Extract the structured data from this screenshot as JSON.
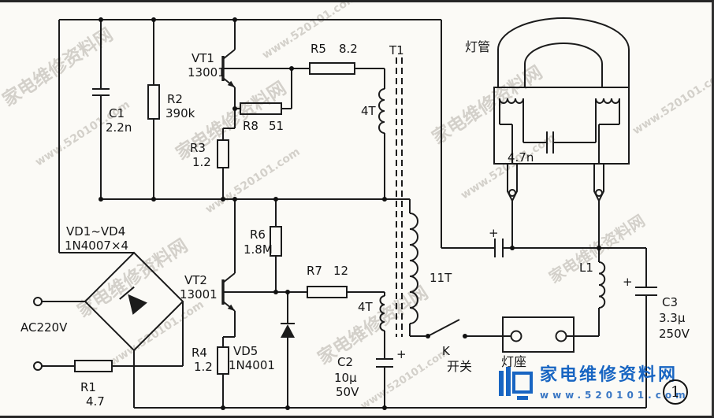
{
  "figure_number": "1",
  "watermark": {
    "site": "家电维修资料网",
    "url": "www.520101.com"
  },
  "footer": {
    "site": "家电维修资料网",
    "url": "www.520101.com"
  },
  "components": {
    "c1": {
      "ref": "C1",
      "value": "2.2n"
    },
    "r2": {
      "ref": "R2",
      "value": "390k"
    },
    "vt1": {
      "ref": "VT1",
      "value": "13001"
    },
    "r5": {
      "ref": "R5",
      "value": "8.2"
    },
    "r8": {
      "ref": "R8",
      "value": "51"
    },
    "r3": {
      "ref": "R3",
      "value": "1.2"
    },
    "t1": {
      "ref": "T1",
      "winding_top": "4T",
      "winding_bottom": "4T",
      "secondary": "11T"
    },
    "bridge": {
      "ref": "VD1~VD4",
      "value": "1N4007×4"
    },
    "ac": {
      "label": "AC220V"
    },
    "r1": {
      "ref": "R1",
      "value": "4.7"
    },
    "r6": {
      "ref": "R6",
      "value": "1.8M"
    },
    "vt2": {
      "ref": "VT2",
      "value": "13001"
    },
    "r7": {
      "ref": "R7",
      "value": "12"
    },
    "r4": {
      "ref": "R4",
      "value": "1.2"
    },
    "vd5": {
      "ref": "VD5",
      "value": "1N4001"
    },
    "c2": {
      "ref": "C2",
      "value": "10μ",
      "voltage": "50V",
      "polarity": "+"
    },
    "c4": {
      "polarity": "+"
    },
    "c3": {
      "ref": "C3",
      "value": "3.3μ",
      "voltage": "250V",
      "polarity": "+"
    },
    "l1": {
      "ref": "L1"
    },
    "k": {
      "ref": "K",
      "label": "开关"
    },
    "socket": {
      "label": "灯座"
    },
    "tube": {
      "label": "灯管",
      "cap_value": "4.7n"
    }
  }
}
